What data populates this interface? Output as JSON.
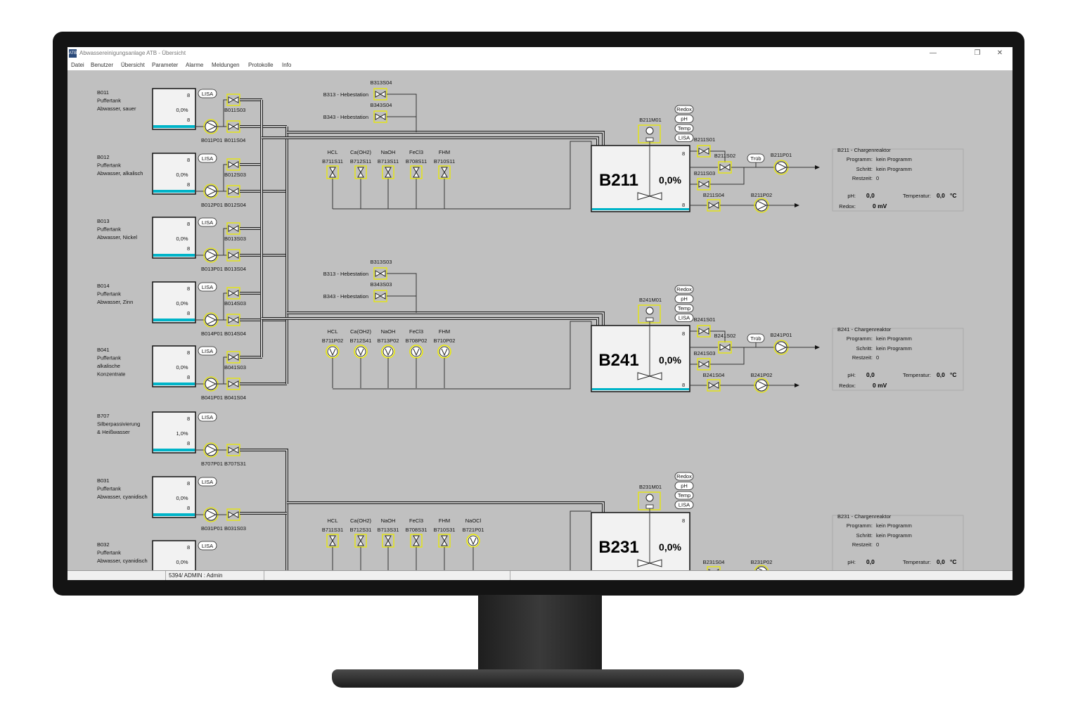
{
  "window": {
    "title": "Abwassereinigungsanlage ATB - Übersicht",
    "icon": "app-logo-icon"
  },
  "menu": [
    "Datei",
    "Benutzer",
    "Übersicht",
    "Parameter",
    "Alarme",
    "Meldungen",
    "Protokolle",
    "Info"
  ],
  "status": {
    "user": "5394/ ADMIN : Admin"
  },
  "colors": {
    "background": "#c0c0c0",
    "level": "#00b4c8",
    "highlight": "#e8e800",
    "sensor": "#ff9a00"
  },
  "tanks": [
    {
      "id": "b011",
      "lines": [
        "B011",
        "Puffertank",
        "Abwasser, sauer"
      ],
      "level": "0,0%",
      "pump": "B011P01",
      "valve_upper": "B011S03",
      "valve_lower": "B011S04"
    },
    {
      "id": "b012",
      "lines": [
        "B012",
        "Puffertank",
        "Abwasser, alkalisch"
      ],
      "level": "0,0%",
      "pump": "B012P01",
      "valve_upper": "B012S03",
      "valve_lower": "B012S04"
    },
    {
      "id": "b013",
      "lines": [
        "B013",
        "Puffertank",
        "Abwasser, Nickel"
      ],
      "level": "0,0%",
      "pump": "B013P01",
      "valve_upper": "B013S03",
      "valve_lower": "B013S04"
    },
    {
      "id": "b014",
      "lines": [
        "B014",
        "Puffertank",
        "Abwasser, Zinn"
      ],
      "level": "0,0%",
      "pump": "B014P01",
      "valve_upper": "B014S03",
      "valve_lower": "B014S04"
    },
    {
      "id": "b041",
      "lines": [
        "B041",
        "Puffertank",
        "alkalische",
        "Konzentrate"
      ],
      "level": "0,0%",
      "pump": "B041P01",
      "valve_upper": "B041S03",
      "valve_lower": "B041S04"
    },
    {
      "id": "b707",
      "lines": [
        "B707",
        "Silberpassivierung",
        "& Heißwasser"
      ],
      "level": "1,0%",
      "pump": "B707P01",
      "valve_upper": "",
      "valve_lower": "B707S31"
    },
    {
      "id": "b031",
      "lines": [
        "B031",
        "Puffertank",
        "Abwasser, cyanidisch"
      ],
      "level": "0,0%",
      "pump": "B031P01",
      "valve_upper": "",
      "valve_lower": "B031S03"
    },
    {
      "id": "b032",
      "lines": [
        "B032",
        "Puffertank",
        "Abwasser, cyanidisch"
      ],
      "level": "0,0%",
      "pump": "",
      "valve_upper": "",
      "valve_lower": ""
    }
  ],
  "lisa": "LISA",
  "hebestation": [
    {
      "label": "B313 - Hebestation",
      "valve": "B313S04"
    },
    {
      "label": "B343 - Hebestation",
      "valve": "B343S04"
    },
    {
      "label": "B313 - Hebestation",
      "valve": "B313S03"
    },
    {
      "label": "B343 - Hebestation",
      "valve": "B343S03"
    }
  ],
  "chem_names": [
    "HCL",
    "Ca(OH2)",
    "NaOH",
    "FeCl3",
    "FHM",
    "NaOCl"
  ],
  "reactors": [
    {
      "id": "b211",
      "name": "B211",
      "level": "0,0%",
      "motor": "B211M01",
      "sensors": [
        "Redox",
        "pH",
        "Temp",
        "LISA"
      ],
      "trub": "Trüb",
      "valves": [
        "B211S01",
        "B211S02",
        "B211S03",
        "B211S04"
      ],
      "pumps": [
        "B211P01",
        "B211P02"
      ],
      "dosing": [
        "B711S11",
        "B712S11",
        "B713S11",
        "B708S11",
        "B710S11"
      ],
      "panel": {
        "title": "B211 - Chargenreaktor",
        "prog_label": "Programm:",
        "prog": "kein Programm",
        "step_label": "Schritt:",
        "step": "kein Programm",
        "rest_label": "Restzeit:",
        "rest": "0",
        "ph_label": "pH:",
        "ph": "0,0",
        "temp_label": "Temperatur:",
        "temp": "0,0",
        "temp_unit": "°C",
        "redox_label": "Redox:",
        "redox": "0 mV"
      }
    },
    {
      "id": "b241",
      "name": "B241",
      "level": "0,0%",
      "motor": "B241M01",
      "sensors": [
        "Redox",
        "pH",
        "Temp",
        "LISA"
      ],
      "trub": "Trüb",
      "valves": [
        "B241S01",
        "B241S02",
        "B241S03",
        "B241S04"
      ],
      "pumps": [
        "B241P01",
        "B241P02"
      ],
      "dosing": [
        "B711P02",
        "B712S41",
        "B713P02",
        "B708P02",
        "B710P02"
      ],
      "panel": {
        "title": "B241 - Chargenreaktor",
        "prog_label": "Programm:",
        "prog": "kein Programm",
        "step_label": "Schritt:",
        "step": "kein Programm",
        "rest_label": "Restzeit:",
        "rest": "0",
        "ph_label": "pH:",
        "ph": "0,0",
        "temp_label": "Temperatur:",
        "temp": "0,0",
        "temp_unit": "°C",
        "redox_label": "Redox:",
        "redox": "0 mV"
      }
    },
    {
      "id": "b231",
      "name": "B231",
      "level": "0,0%",
      "motor": "B231M01",
      "sensors": [
        "Redox",
        "pH",
        "Temp",
        "LISA"
      ],
      "trub": "",
      "valves": [
        "",
        "",
        "",
        "B231S04"
      ],
      "pumps": [
        "",
        "B231P02"
      ],
      "dosing": [
        "B711S31",
        "B712S31",
        "B713S31",
        "B708S31",
        "B710S31",
        "B721P01"
      ],
      "panel": {
        "title": "B231 - Chargenreaktor",
        "prog_label": "Programm:",
        "prog": "kein Programm",
        "step_label": "Schritt:",
        "step": "kein Programm",
        "rest_label": "Restzeit:",
        "rest": "0",
        "ph_label": "pH:",
        "ph": "0,0",
        "temp_label": "Temperatur:",
        "temp": "0,0",
        "temp_unit": "°C",
        "redox_label": "",
        "redox": ""
      }
    }
  ]
}
